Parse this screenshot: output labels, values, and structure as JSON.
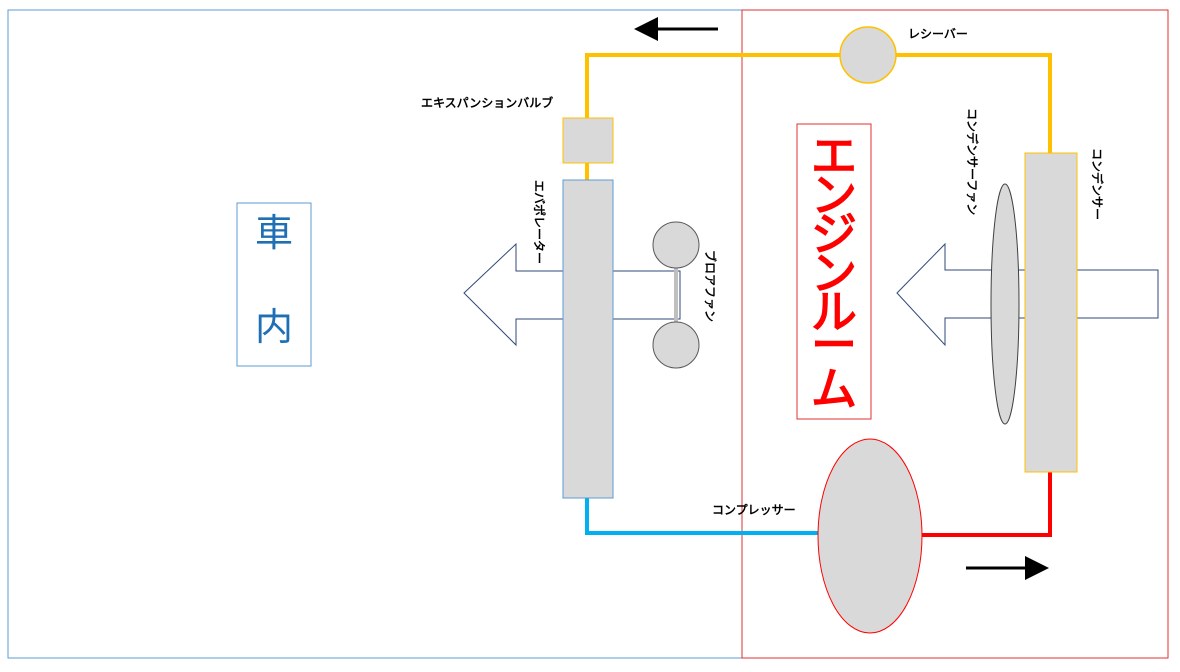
{
  "cabin": {
    "label_chars": [
      "車",
      "内"
    ],
    "color": "#1f6fb5",
    "border": "#5b9bd5"
  },
  "engine_room": {
    "label_chars": [
      "エ",
      "ン",
      "ジ",
      "ン",
      "ル",
      "ー",
      "ム"
    ],
    "color": "#ff0000",
    "border": "#e03030"
  },
  "components": {
    "receiver": "レシーバー",
    "expansion_valve": "エキスパンションバルブ",
    "evaporator": "エバポレーター",
    "blower_fan": "ブロアファン",
    "condenser_fan": "コンデンサーファン",
    "condenser": "コンデンサー",
    "compressor": "コンプレッサー"
  },
  "pipe_colors": {
    "liquid_line": "#ffc000",
    "suction_line": "#00b0f0",
    "discharge_line": "#ff0000"
  },
  "icons": {
    "flow_left": "arrow-left-icon",
    "flow_right": "arrow-right-icon",
    "airflow": "hollow-arrow-icon"
  }
}
